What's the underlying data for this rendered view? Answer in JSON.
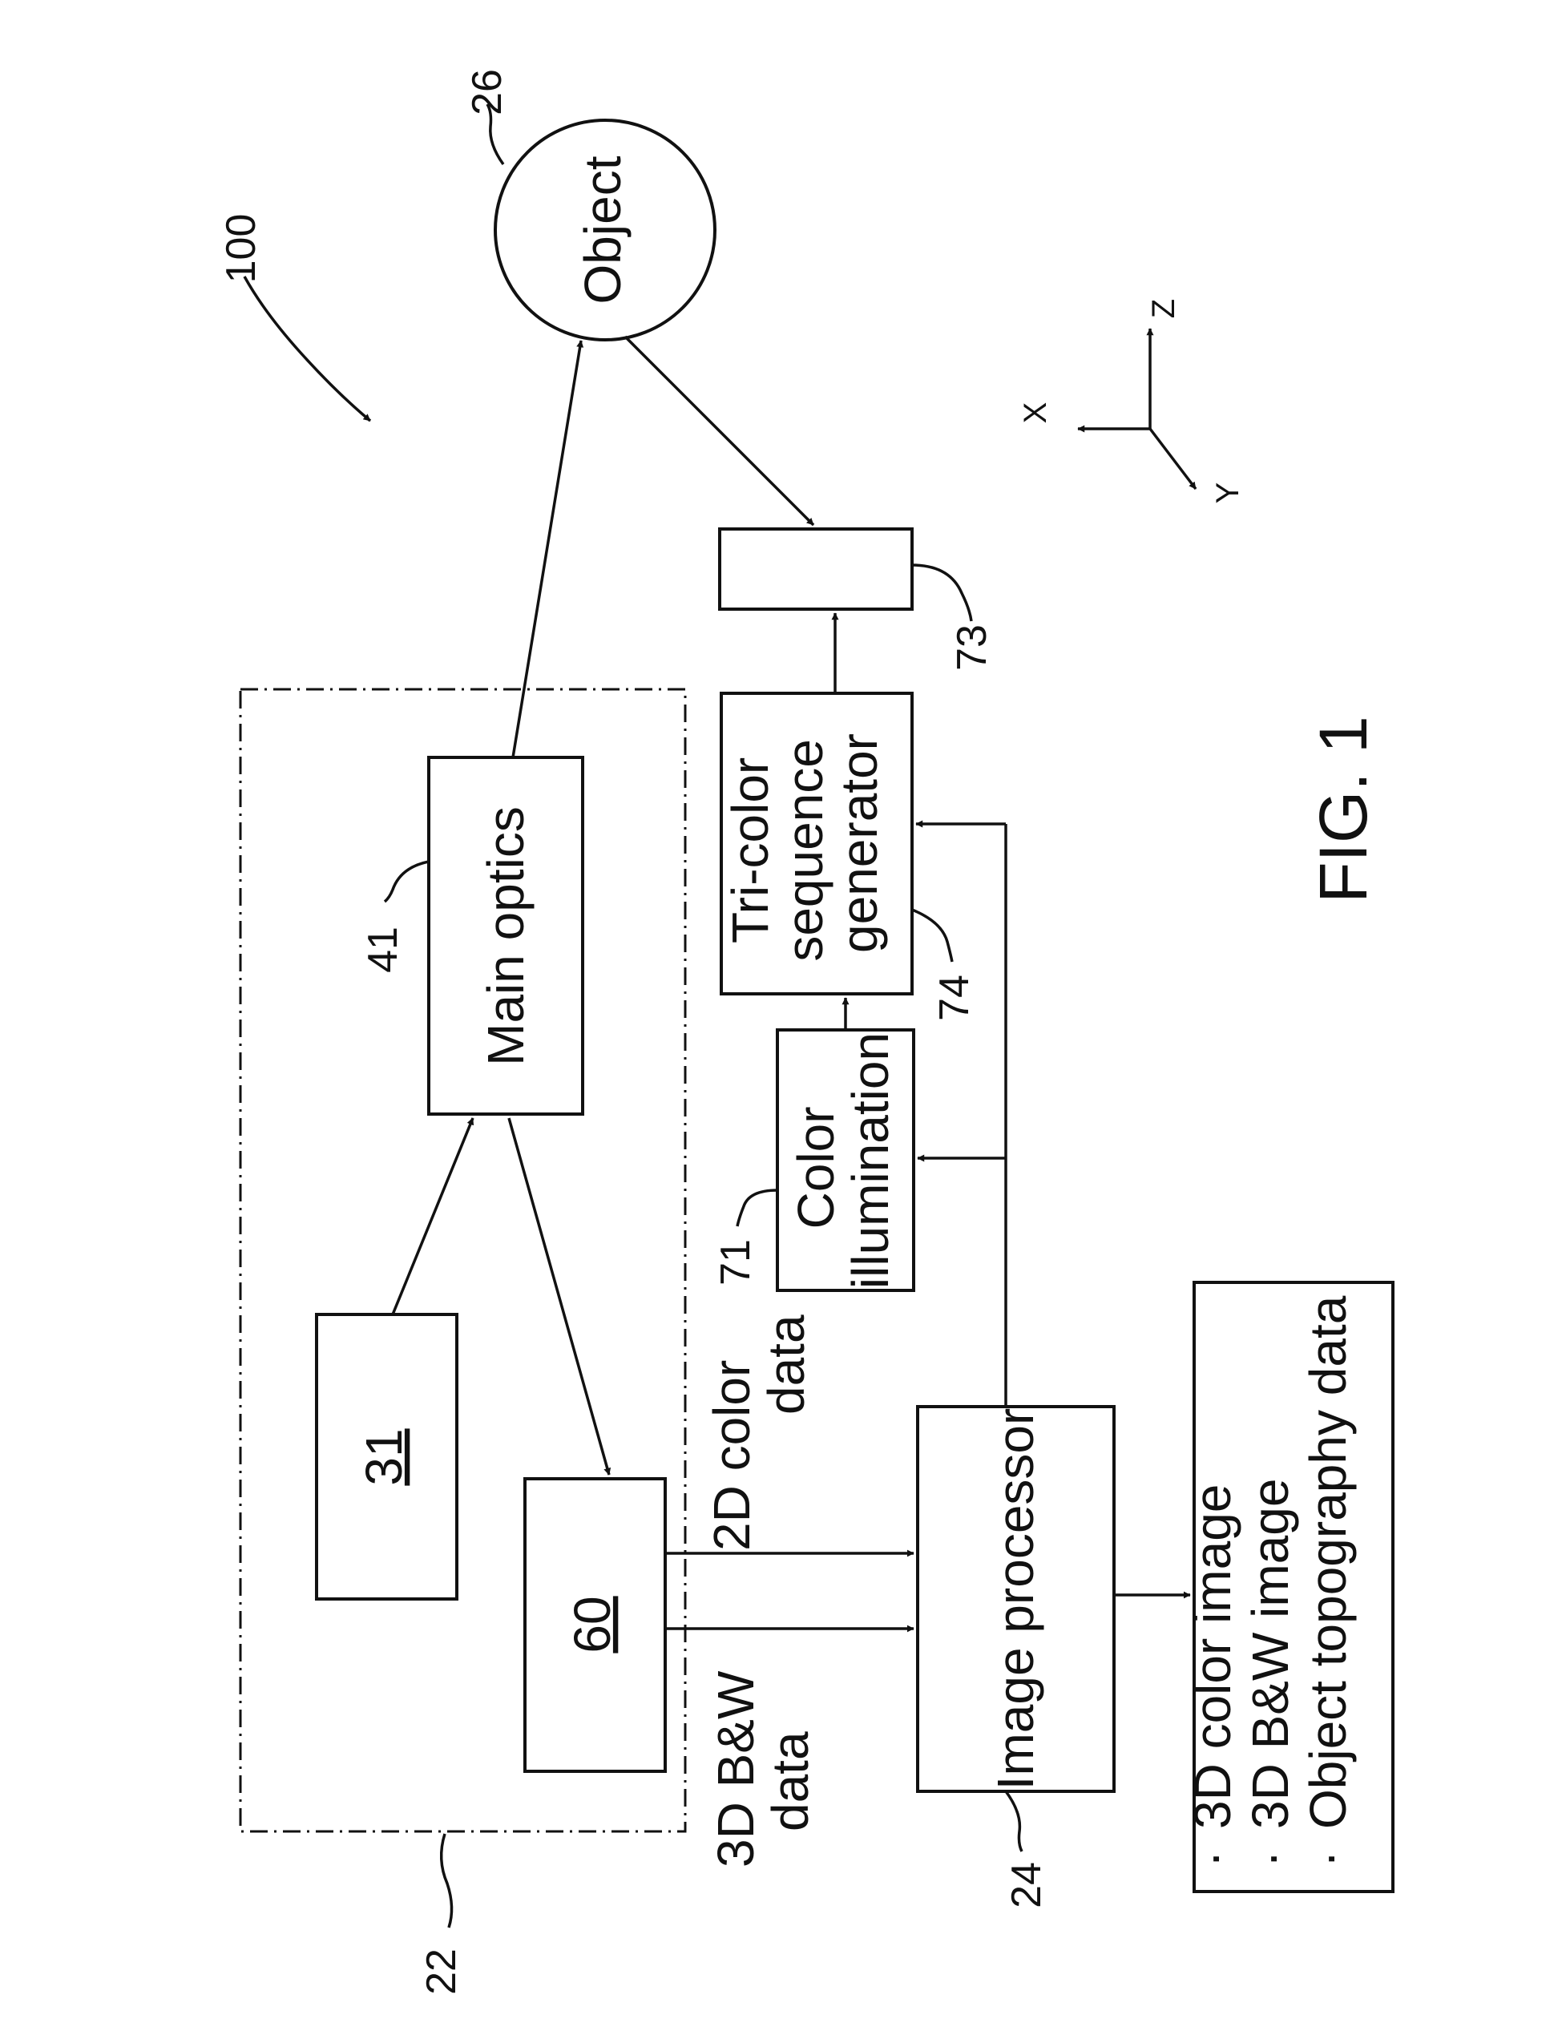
{
  "figure": {
    "caption": "FIG. 1",
    "system_ref": "100"
  },
  "blocks": {
    "object": {
      "label": "Object",
      "ref": "26"
    },
    "scanner_housing": {
      "ref": "22"
    },
    "main_optics": {
      "label": "Main optics",
      "ref": "41"
    },
    "element_31": {
      "label": "31"
    },
    "element_60": {
      "label": "60"
    },
    "color_illumination": {
      "lines": [
        "Color",
        "illumination"
      ],
      "ref": "71"
    },
    "tri_color_generator": {
      "lines": [
        "Tri-color",
        "sequence",
        "generator"
      ],
      "ref": "74"
    },
    "element_73": {
      "ref": "73"
    },
    "image_processor": {
      "label": "Image processor",
      "ref": "24"
    },
    "outputs": {
      "items": [
        "3D color image",
        "3D B&W image",
        "Object topography data"
      ],
      "bullet": "·"
    }
  },
  "signals": {
    "color_2d": [
      "2D color",
      "data"
    ],
    "bw_3d": [
      "3D B&W",
      "data"
    ]
  },
  "axes": {
    "x": "X",
    "y": "Y",
    "z": "Z"
  }
}
